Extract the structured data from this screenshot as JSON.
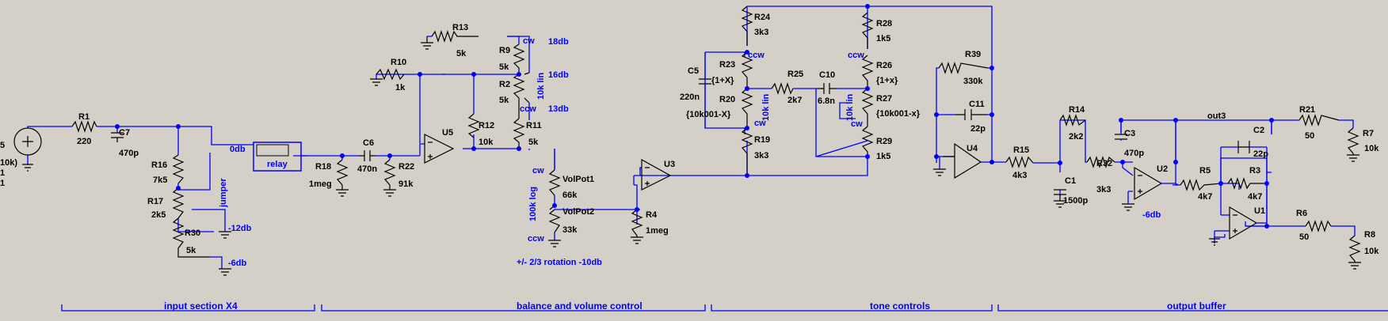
{
  "components": {
    "r1": {
      "name": "R1",
      "value": "220"
    },
    "c7": {
      "name": "C7",
      "value": "470p"
    },
    "r16": {
      "name": "R16",
      "value": "7k5"
    },
    "r17": {
      "name": "R17",
      "value": "2k5"
    },
    "r30": {
      "name": "R30",
      "value": "5k"
    },
    "c6": {
      "name": "C6",
      "value": "470n"
    },
    "r18": {
      "name": "R18",
      "value": "1meg"
    },
    "r22": {
      "name": "R22",
      "value": "91k"
    },
    "r10": {
      "name": "R10",
      "value": "1k"
    },
    "r13": {
      "name": "R13",
      "value": "5k"
    },
    "r9": {
      "name": "R9",
      "value": "5k"
    },
    "r2": {
      "name": "R2",
      "value": "5k"
    },
    "r11": {
      "name": "R11",
      "value": "5k"
    },
    "r12": {
      "name": "R12",
      "value": "10k"
    },
    "u5": {
      "name": "U5"
    },
    "volpot1": {
      "name": "VolPot1",
      "value": "66k"
    },
    "volpot2": {
      "name": "VolPot2",
      "value": "33k"
    },
    "r4": {
      "name": "R4",
      "value": "1meg"
    },
    "u3": {
      "name": "U3"
    },
    "c5": {
      "name": "C5",
      "value": "220n"
    },
    "r24": {
      "name": "R24",
      "value": "3k3"
    },
    "r23": {
      "name": "R23",
      "value": "{1+X}"
    },
    "r20": {
      "name": "R20",
      "value": "{10k001-X}"
    },
    "r19": {
      "name": "R19",
      "value": "3k3"
    },
    "r25": {
      "name": "R25",
      "value": "2k7"
    },
    "c10": {
      "name": "C10",
      "value": "6.8n"
    },
    "r28": {
      "name": "R28",
      "value": "1k5"
    },
    "r26": {
      "name": "R26",
      "value": "{1+x}"
    },
    "r27": {
      "name": "R27",
      "value": "{10k001-x}"
    },
    "r29": {
      "name": "R29",
      "value": "1k5"
    },
    "r39": {
      "name": "R39",
      "value": "330k"
    },
    "c11": {
      "name": "C11",
      "value": "22p"
    },
    "u4": {
      "name": "U4"
    },
    "r15": {
      "name": "R15",
      "value": "4k3"
    },
    "r14": {
      "name": "R14",
      "value": "2k2"
    },
    "c3": {
      "name": "C3",
      "value": "470p"
    },
    "c1": {
      "name": "C1",
      "value": "1500p"
    },
    "r32": {
      "name": "R32",
      "value": "3k3"
    },
    "u2": {
      "name": "U2"
    },
    "c2": {
      "name": "C2",
      "value": "22p"
    },
    "r5": {
      "name": "R5",
      "value": "4k7"
    },
    "r3": {
      "name": "R3",
      "value": "4k7"
    },
    "u1": {
      "name": "U1"
    },
    "r21": {
      "name": "R21",
      "value": "50"
    },
    "r7": {
      "name": "R7",
      "value": "10k"
    },
    "r6": {
      "name": "R6",
      "value": "50"
    },
    "r8": {
      "name": "R8",
      "value": "10k"
    }
  },
  "source_partial": {
    "v1": "5",
    "v2": "10k)",
    "v3": "1",
    "v4": "1"
  },
  "nets": {
    "zerodb": "0db",
    "jumper": "jumper",
    "minus12db": "-12db",
    "minus6db": "-6db",
    "relay": "relay",
    "db18": "18db",
    "db16": "16db",
    "db13": "13db",
    "cw_r9": "cw",
    "ccw_r2": "ccw",
    "pot_10k_lin_1": "10k lin",
    "cw_vol": "cw",
    "ccw_vol": "ccw",
    "pot_100k_log": "100k log",
    "rotation_note": "+/- 2/3 rotation -10db",
    "ccw_bass": "ccw",
    "cw_bass": "cw",
    "pot_10k_lin_2": "10k lin",
    "ccw_treble": "ccw",
    "cw_treble": "cw",
    "pot_10k_lin_3": "10k lin",
    "out3": "out3",
    "gain_u2": "-6db"
  },
  "sections": {
    "input": "input section X4",
    "balance": "balance and volume control",
    "tone": "tone controls",
    "output": "output buffer"
  },
  "colors": {
    "background": "#d4d0c8",
    "wire": "#0000ff",
    "component": "#000000",
    "label": "#000000",
    "net_label": "#0000ff"
  }
}
